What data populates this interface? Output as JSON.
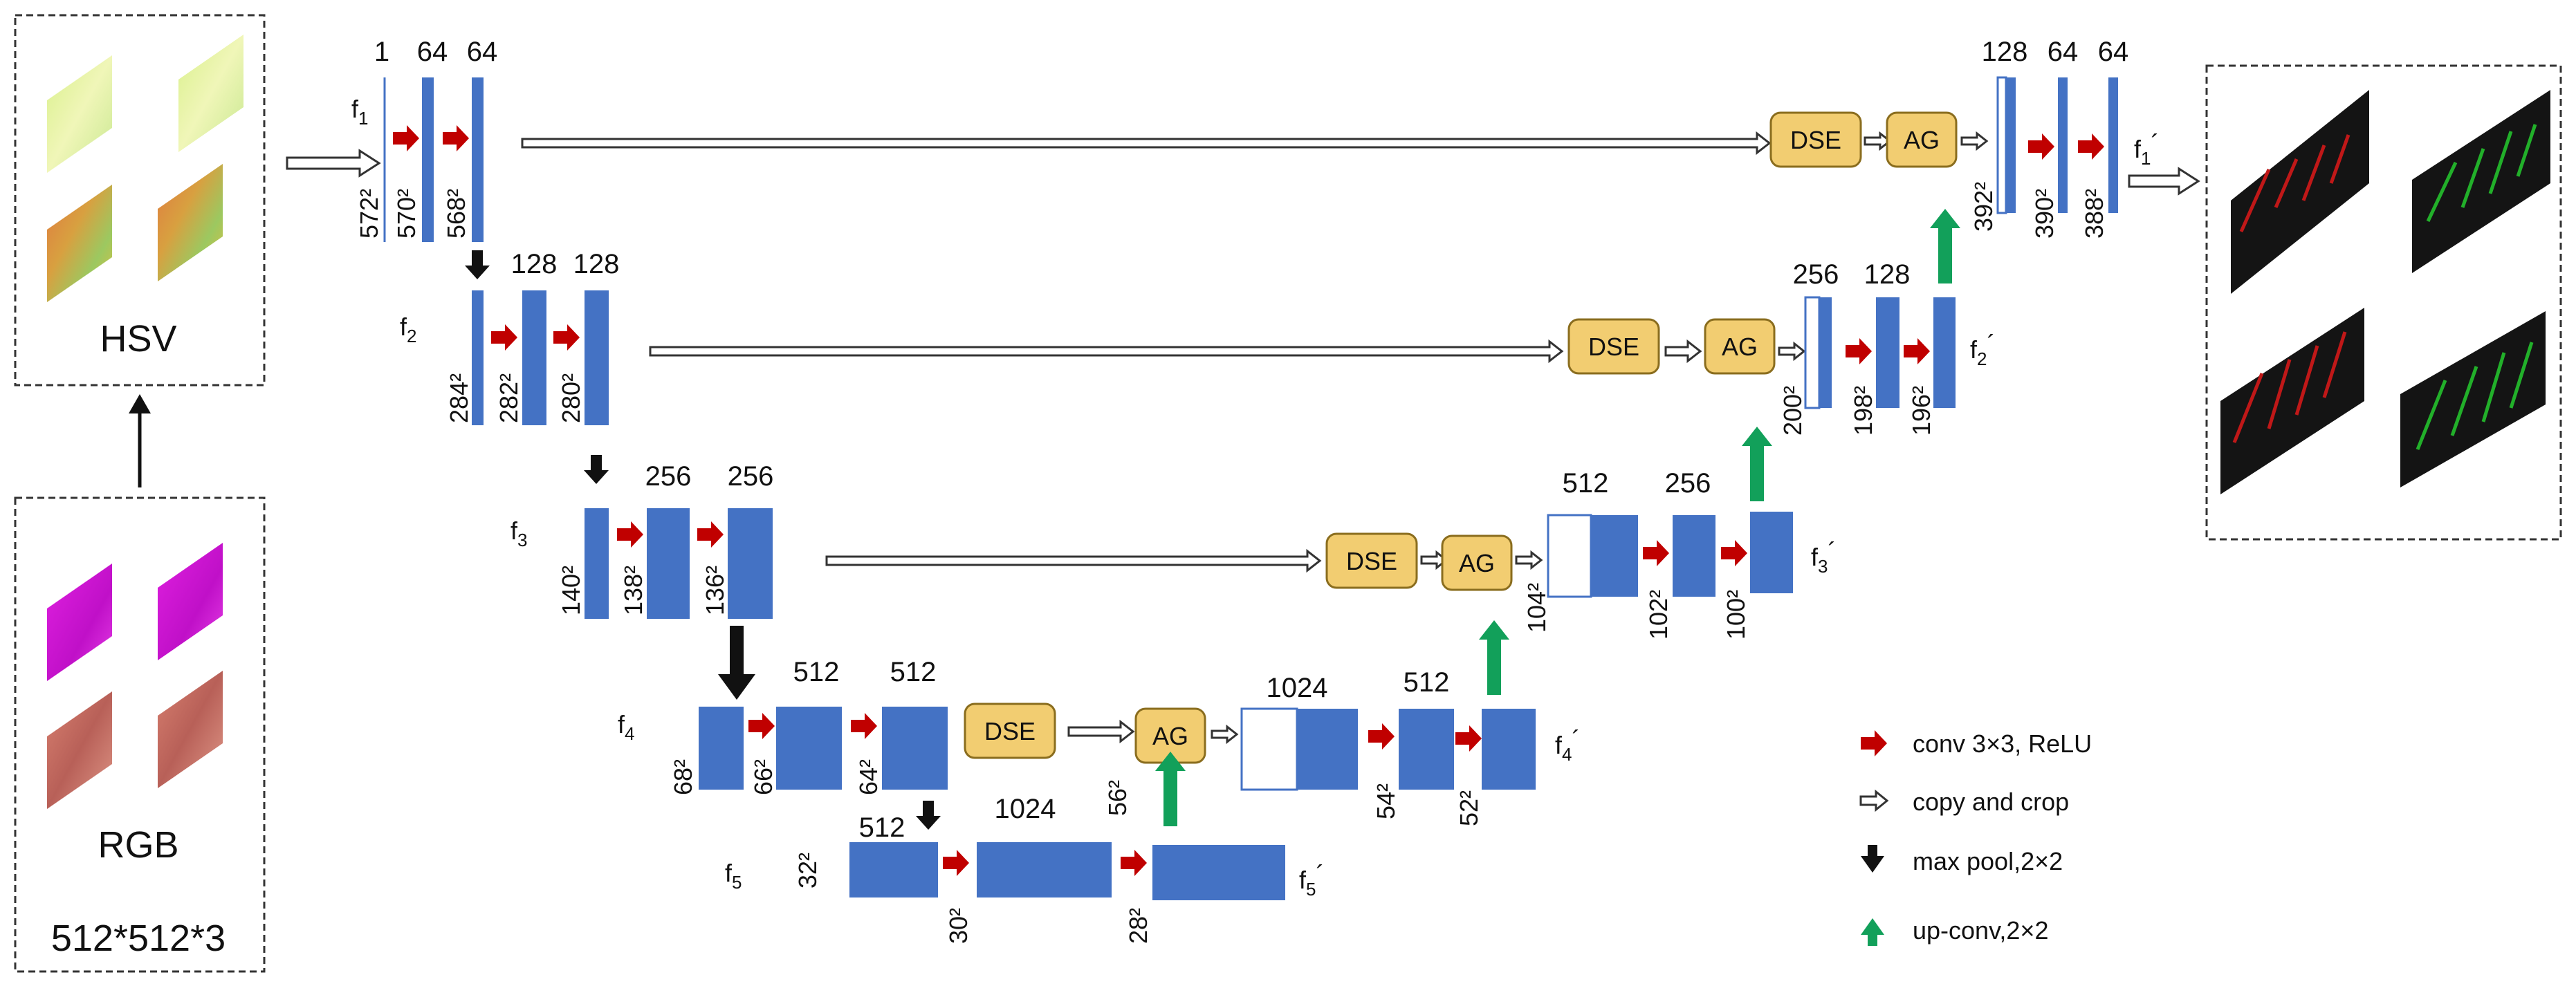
{
  "input_panel": {
    "hsv_label": "HSV",
    "rgb_label": "RGB",
    "size_label": "512*512*3"
  },
  "encoder": {
    "f1": {
      "label": "f",
      "sub": "1",
      "channels": [
        "1",
        "64",
        "64"
      ],
      "sizes": [
        "572²",
        "570²",
        "568²"
      ]
    },
    "f2": {
      "label": "f",
      "sub": "2",
      "channels": [
        "128",
        "128"
      ],
      "sizes": [
        "284²",
        "282²",
        "280²"
      ]
    },
    "f3": {
      "label": "f",
      "sub": "3",
      "channels": [
        "256",
        "256"
      ],
      "sizes": [
        "140²",
        "138²",
        "136²"
      ]
    },
    "f4": {
      "label": "f",
      "sub": "4",
      "channels": [
        "512",
        "512"
      ],
      "sizes": [
        "68²",
        "66²",
        "64²"
      ]
    },
    "f5": {
      "label": "f",
      "sub": "5",
      "channels": [
        "512",
        "1024"
      ],
      "sizes": [
        "32²",
        "30²",
        "28²"
      ]
    }
  },
  "decoder": {
    "f5p": {
      "label": "f",
      "sub": "5",
      "prime": "´"
    },
    "f4p": {
      "label": "f",
      "sub": "4",
      "prime": "´",
      "channels": [
        "1024",
        "512"
      ],
      "sizes": [
        "56²",
        "54²",
        "52²"
      ]
    },
    "f3p": {
      "label": "f",
      "sub": "3",
      "prime": "´",
      "channels": [
        "512",
        "256"
      ],
      "sizes": [
        "104²",
        "102²",
        "100²"
      ]
    },
    "f2p": {
      "label": "f",
      "sub": "2",
      "prime": "´",
      "channels": [
        "256",
        "128"
      ],
      "sizes": [
        "200²",
        "198²",
        "196²"
      ]
    },
    "f1p": {
      "label": "f",
      "sub": "1",
      "prime": "´",
      "channels": [
        "128",
        "64",
        "64"
      ],
      "sizes": [
        "392²",
        "390²",
        "388²"
      ]
    }
  },
  "blocks": {
    "dse": "DSE",
    "ag": "AG"
  },
  "legend": {
    "conv": "conv 3×3, ReLU",
    "copy": "copy and crop",
    "pool": "max pool,2×2",
    "up": "up-conv,2×2"
  },
  "colors": {
    "block_blue": "#4472c4",
    "box_fill": "#f2cd71",
    "box_stroke": "#8a6d1e",
    "conv_arrow": "#c00000",
    "pool_arrow": "#111111",
    "up_arrow": "#12a05a"
  }
}
